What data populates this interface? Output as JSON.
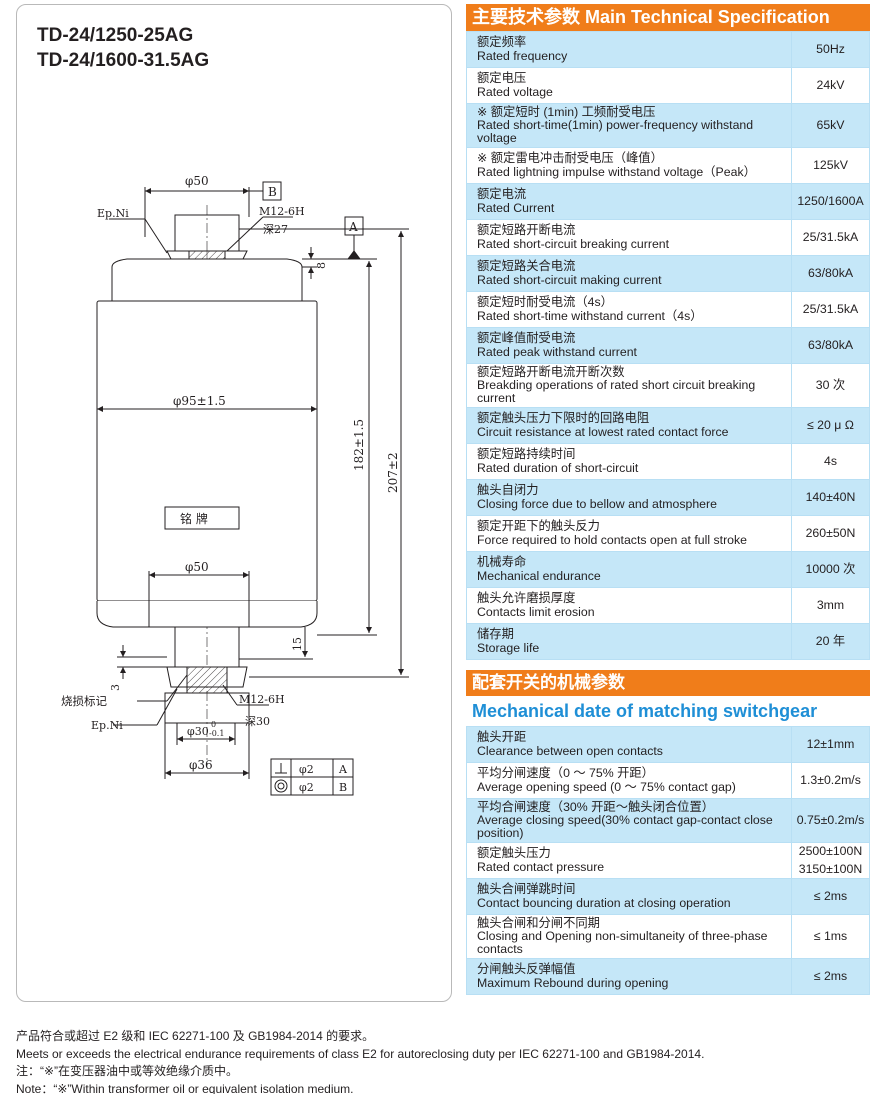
{
  "drawing": {
    "model_1": "TD-24/1250-25AG",
    "model_2": "TD-24/1600-31.5AG",
    "labels": {
      "phi50_top": "φ50",
      "ref_b": "B",
      "ep_ni_top": "Ep.Ni",
      "thread_top": "M12-6H",
      "depth_top": "深27",
      "ref_a": "A",
      "dim_8": "8",
      "phi95": "φ95±1.5",
      "h182": "182±1.5",
      "h207": "207±2",
      "nameplate": "铭  牌",
      "phi50_mid": "φ50",
      "dim_15": "15",
      "dim_3": "3",
      "wear_mark": "烧损标记",
      "ep_ni_bottom": "Ep.Ni",
      "thread_bottom": "M12-6H",
      "depth_bottom": "深30",
      "phi30": "φ30",
      "tol_upper": "0",
      "tol_lower": "-0.1",
      "phi36": "φ36",
      "fcf_perp_value": "φ2",
      "fcf_perp_ref": "A",
      "fcf_conc_value": "φ2",
      "fcf_conc_ref": "B"
    }
  },
  "main_spec": {
    "title": "主要技术参数 Main Technical Specification",
    "rows": [
      {
        "cn": "额定频率",
        "en": "Rated frequency",
        "value": "50Hz"
      },
      {
        "cn": "额定电压",
        "en": "Rated voltage",
        "value": "24kV"
      },
      {
        "cn": "※ 额定短时 (1min) 工频耐受电压",
        "en": "Rated short-time(1min) power-frequency withstand voltage",
        "value": "65kV"
      },
      {
        "cn": "※ 额定雷电冲击耐受电压（峰值）",
        "en": "Rated lightning impulse withstand voltage（Peak）",
        "value": "125kV"
      },
      {
        "cn": "额定电流",
        "en": "Rated Current",
        "value": "1250/1600A"
      },
      {
        "cn": "额定短路开断电流",
        "en": "Rated short-circuit breaking current",
        "value": "25/31.5kA"
      },
      {
        "cn": "额定短路关合电流",
        "en": "Rated short-circuit making current",
        "value": "63/80kA"
      },
      {
        "cn": "额定短时耐受电流（4s）",
        "en": "Rated short-time withstand current（4s）",
        "value": "25/31.5kA"
      },
      {
        "cn": "额定峰值耐受电流",
        "en": "Rated peak withstand current",
        "value": "63/80kA"
      },
      {
        "cn": "额定短路开断电流开断次数",
        "en": "Breakding operations of rated short circuit breaking current",
        "value": "30 次"
      },
      {
        "cn": "额定触头压力下限时的回路电阻",
        "en": "Circuit resistance at lowest rated contact force",
        "value": "≤ 20 μ Ω"
      },
      {
        "cn": "额定短路持续时间",
        "en": "Rated duration of short-circuit",
        "value": "4s"
      },
      {
        "cn": "触头自闭力",
        "en": "Closing force due to bellow and atmosphere",
        "value": "140±40N"
      },
      {
        "cn": "额定开距下的触头反力",
        "en": "Force required to hold contacts open at full stroke",
        "value": "260±50N"
      },
      {
        "cn": "机械寿命",
        "en": "Mechanical endurance",
        "value": "10000 次"
      },
      {
        "cn": "触头允许磨损厚度",
        "en": "Contacts limit erosion",
        "value": "3mm"
      },
      {
        "cn": "储存期",
        "en": "Storage life",
        "value": "20 年"
      }
    ]
  },
  "mech_spec": {
    "title_cn": "配套开关的机械参数",
    "title_en": "Mechanical date of matching switchgear",
    "rows": [
      {
        "cn": "触头开距",
        "en": "Clearance between open contacts",
        "value": "12±1mm"
      },
      {
        "cn": "平均分闸速度（0 ～ 75% 开距）",
        "en": "Average opening speed (0 ～ 75% contact gap)",
        "value": "1.3±0.2m/s"
      },
      {
        "cn": "平均合闸速度（30% 开距～触头闭合位置）",
        "en": "Average closing speed(30% contact gap-contact close position)",
        "value": "0.75±0.2m/s"
      },
      {
        "cn": "额定触头压力",
        "en": "Rated contact pressure",
        "value": "2500±100N",
        "value2": "3150±100N"
      },
      {
        "cn": "触头合闸弹跳时间",
        "en": "Contact bouncing duration at closing operation",
        "value": "≤ 2ms"
      },
      {
        "cn": "触头合闸和分闸不同期",
        "en": "Closing and Opening non-simultaneity of three-phase contacts",
        "value": "≤ 1ms"
      },
      {
        "cn": "分闸触头反弹幅值",
        "en": "Maximum Rebound during opening",
        "value": "≤ 2ms"
      }
    ]
  },
  "notes": {
    "line1": "产品符合或超过 E2 级和 IEC 62271-100 及 GB1984-2014 的要求。",
    "line2": "Meets or exceeds the electrical endurance requirements of class E2 for autoreclosing duty per IEC 62271-100 and GB1984-2014.",
    "line3": "注：“※”在变压器油中或等效绝缘介质中。",
    "line4": "Note：“※”Within transformer oil or equivalent isolation medium."
  },
  "colors": {
    "header_orange": "#f07d1a",
    "row_blue": "#c5e7f8",
    "title_blue": "#1f8fd6"
  }
}
